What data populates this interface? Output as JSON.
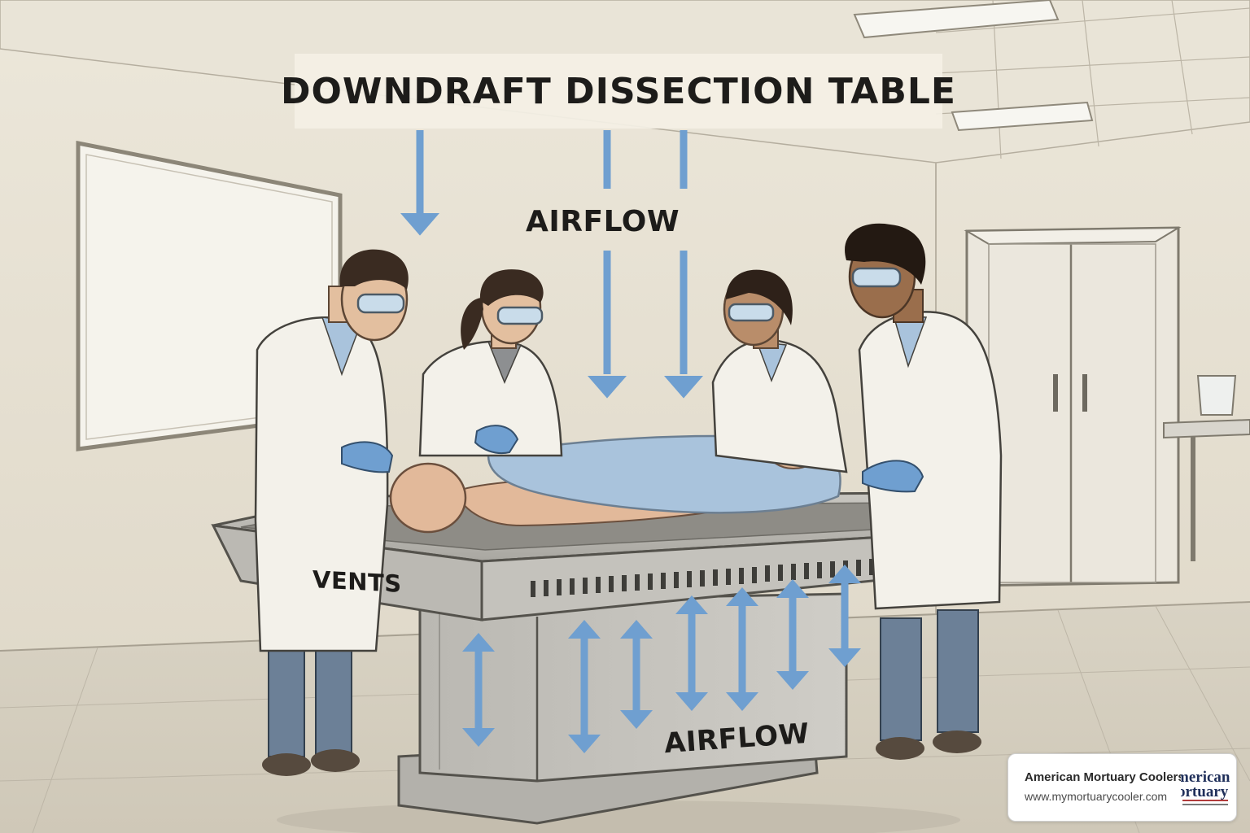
{
  "diagram": {
    "title": "DOWNDRAFT DISSECTION TABLE",
    "labels": {
      "airflow_top": "AIRFLOW",
      "vents": "VENTS",
      "airflow_bottom": "AIRFLOW"
    }
  },
  "branding": {
    "name": "American Mortuary Coolers",
    "url": "www.mymortuarycooler.com",
    "logo_text": [
      "merican",
      "ortuary"
    ]
  },
  "colors": {
    "arrow": "#6f9fd0",
    "background": "#e7e1d3",
    "coat": "#f3f1ea",
    "steel": "#b9b7b1"
  },
  "icons": {
    "down_arrow": "down-arrow-icon",
    "up_down_arrow": "up-down-arrow-icon"
  }
}
